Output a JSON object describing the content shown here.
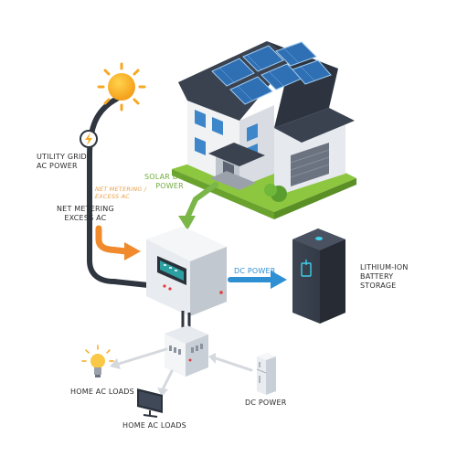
{
  "labels": {
    "utility_grid": "UTILITY GRID\nAC POWER",
    "solar_dc": "SOLAR DC\nPOWER",
    "net_metering_small": "NET METERING /\nEXCESS AC",
    "net_metering": "NET METERING\nEXCESS AC",
    "dc_power_arrow": "DC POWER",
    "battery": "LITHIUM-ION\nBATTERY\nSTORAGE",
    "home_ac_loads_1": "HOME AC LOADS",
    "home_ac_loads_2": "HOME AC LOADS",
    "dc_power_fridge": "DC POWER"
  },
  "colors": {
    "grid_line": "#2f3640",
    "solar_arrow": "#7ab648",
    "net_metering_arrow": "#f08a2c",
    "dc_arrow": "#2e8fd3",
    "sun": "#f7a823",
    "panel": "#2f6fb3",
    "roof": "#3a4250",
    "battery": "#3b4250",
    "inverter_display": "#2ec4c4"
  },
  "icons": [
    "sun-icon",
    "lightning-icon",
    "house-icon",
    "solar-panel-icon",
    "inverter-icon",
    "battery-icon",
    "breaker-panel-icon",
    "light-bulb-icon",
    "television-icon",
    "refrigerator-icon"
  ]
}
